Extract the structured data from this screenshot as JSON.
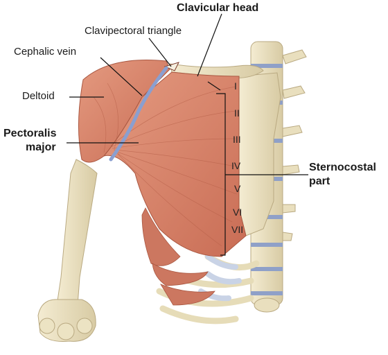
{
  "labels": {
    "clavicular_head": "Clavicular head",
    "clavipectoral_triangle": "Clavipectoral triangle",
    "cephalic_vein": "Cephalic vein",
    "deltoid": "Deltoid",
    "pectoralis_major_line1": "Pectoralis",
    "pectoralis_major_line2": "major",
    "sternocostal_line1": "Sternocostal",
    "sternocostal_line2": "part"
  },
  "rib_numbers": [
    "I",
    "II",
    "III",
    "IV",
    "V",
    "VI",
    "VII"
  ],
  "colors": {
    "muscle": "#d9846a",
    "muscle_dark": "#b8604a",
    "bone": "#efe6c8",
    "bone_shade": "#cfc29a",
    "vein": "#8a9fd0",
    "cartilage": "#c9d3e6",
    "line": "#111111"
  }
}
